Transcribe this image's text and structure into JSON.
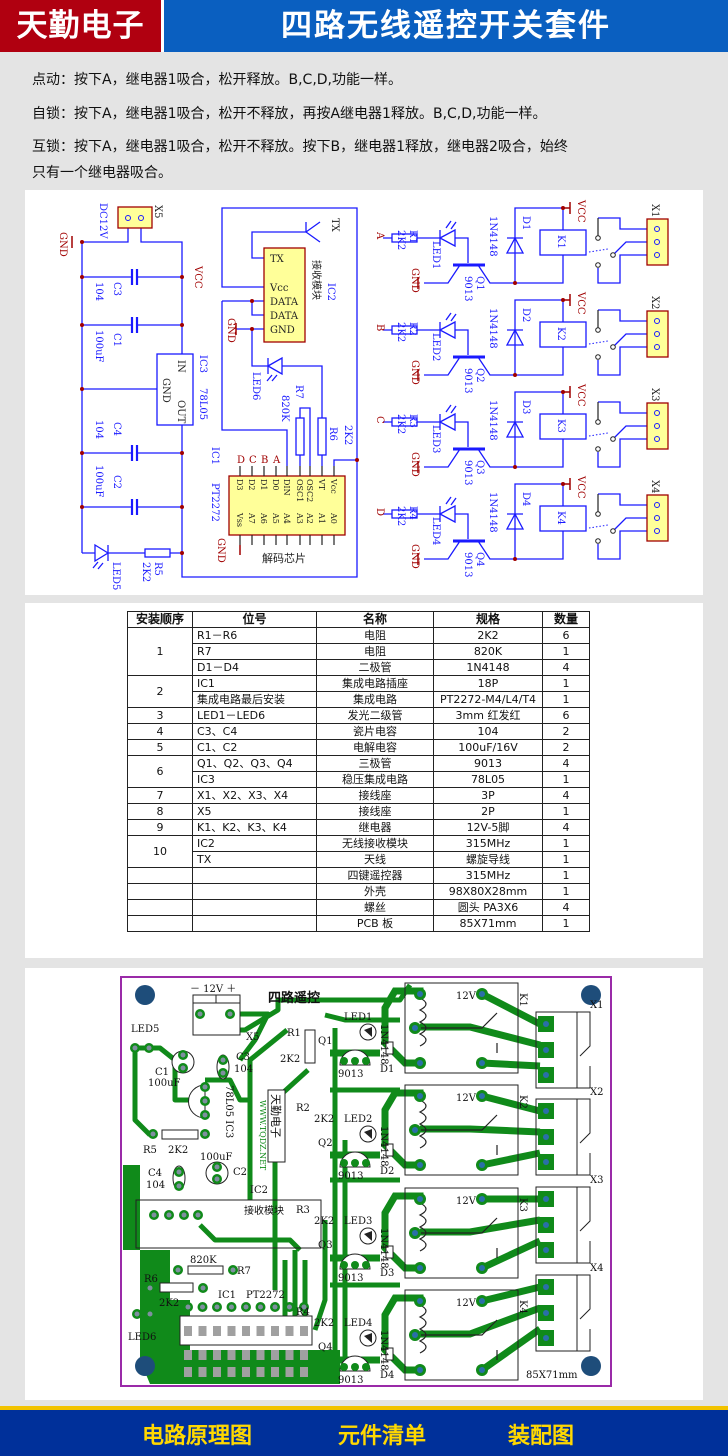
{
  "header": {
    "brand": "天勤电子",
    "title": "四路无线遥控开关套件"
  },
  "description": [
    "点动：按下A，继电器1吸合，松开释放。B,C,D,功能一样。",
    "自锁：按下A，继电器1吸合，松开不释放，再按A继电器1释放。B,C,D,功能一样。",
    "互锁：按下A，继电器1吸合，松开不释放。按下B，继电器1释放，继电器2吸合，始终",
    "只有一个继电器吸合。"
  ],
  "schematic": {
    "gnd": "GND",
    "vcc": "VCC",
    "dc12v": "DC12V",
    "x5": "X5",
    "c3": "C3",
    "c3_val": "104",
    "c1": "C1",
    "c1_val": "100uF",
    "c4": "C4",
    "c4_val": "104",
    "c2": "C2",
    "c2_val": "100uF",
    "ic3": "IC3",
    "ic3_part": "78L05",
    "ic3_in": "IN",
    "ic3_gnd": "GND",
    "ic3_out": "OUT",
    "led5": "LED5",
    "r5": "R5",
    "r5_val": "2K2",
    "tx": "TX",
    "ic2": "IC2",
    "ic2_name": "接收模块",
    "ic2_pins": [
      "TX",
      "Vcc",
      "DATA",
      "DATA",
      "GND"
    ],
    "led6": "LED6",
    "r7": "R7",
    "r7_val": "820K",
    "r6": "R6",
    "r6_val": "2K2",
    "ic1": "IC1",
    "ic1_part": "PT2272",
    "ic1_name": "解码芯片",
    "ic1_outputs": [
      "D",
      "C",
      "B",
      "A"
    ],
    "ic1_top_pins": [
      "D3",
      "D2",
      "D1",
      "D0",
      "DIN",
      "OSC1",
      "OSC2",
      "VT",
      "Vcc"
    ],
    "ic1_bottom_pins": [
      "Vss",
      "A7",
      "A6",
      "A5",
      "A4",
      "A3",
      "A2",
      "A1",
      "A0"
    ],
    "diode_part": "1N4148",
    "transistor_part": "9013",
    "channels": [
      {
        "input": "A",
        "r": "R1",
        "r_val": "2K2",
        "led": "LED1",
        "q": "Q1",
        "d": "D1",
        "k": "K1",
        "x": "X1"
      },
      {
        "input": "B",
        "r": "R2",
        "r_val": "2K2",
        "led": "LED2",
        "q": "Q2",
        "d": "D2",
        "k": "K2",
        "x": "X2"
      },
      {
        "input": "C",
        "r": "R3",
        "r_val": "2K2",
        "led": "LED3",
        "q": "Q3",
        "d": "D3",
        "k": "K3",
        "x": "X3"
      },
      {
        "input": "D",
        "r": "R4",
        "r_val": "2K2",
        "led": "LED4",
        "q": "Q4",
        "d": "D4",
        "k": "K4",
        "x": "X4"
      }
    ]
  },
  "bom": {
    "headers": [
      "安装顺序",
      "位号",
      "名称",
      "规格",
      "数量"
    ],
    "groups": [
      {
        "order": "1",
        "rows": [
          [
            "R1－R6",
            "电阻",
            "2K2",
            "6"
          ],
          [
            "R7",
            "电阻",
            "820K",
            "1"
          ],
          [
            "D1－D4",
            "二极管",
            "1N4148",
            "4"
          ]
        ]
      },
      {
        "order": "2",
        "rows": [
          [
            "IC1",
            "集成电路插座",
            "18P",
            "1"
          ],
          [
            "集成电路最后安装",
            "集成电路",
            "PT2272-M4/L4/T4",
            "1"
          ]
        ]
      },
      {
        "order": "3",
        "rows": [
          [
            "LED1－LED6",
            "发光二级管",
            "3mm 红发红",
            "6"
          ]
        ]
      },
      {
        "order": "4",
        "rows": [
          [
            "C3、C4",
            "瓷片电容",
            "104",
            "2"
          ]
        ]
      },
      {
        "order": "5",
        "rows": [
          [
            "C1、C2",
            "电解电容",
            "100uF/16V",
            "2"
          ]
        ]
      },
      {
        "order": "6",
        "rows": [
          [
            "Q1、Q2、Q3、Q4",
            "三极管",
            "9013",
            "4"
          ],
          [
            "IC3",
            "稳压集成电路",
            "78L05",
            "1"
          ]
        ]
      },
      {
        "order": "7",
        "rows": [
          [
            "X1、X2、X3、X4",
            "接线座",
            "3P",
            "4"
          ]
        ]
      },
      {
        "order": "8",
        "rows": [
          [
            "X5",
            "接线座",
            "2P",
            "1"
          ]
        ]
      },
      {
        "order": "9",
        "rows": [
          [
            "K1、K2、K3、K4",
            "继电器",
            "12V-5脚",
            "4"
          ]
        ]
      },
      {
        "order": "10",
        "rows": [
          [
            "IC2",
            "无线接收模块",
            "315MHz",
            "1"
          ],
          [
            "TX",
            "天线",
            "螺旋导线",
            "1"
          ]
        ]
      },
      {
        "order": "",
        "rows": [
          [
            "",
            "四键遥控器",
            "315MHz",
            "1"
          ]
        ]
      },
      {
        "order": "",
        "rows": [
          [
            "",
            "外壳",
            "98X80X28mm",
            "1"
          ]
        ]
      },
      {
        "order": "",
        "rows": [
          [
            "",
            "螺丝",
            "圆头 PA3X6",
            "4"
          ]
        ]
      },
      {
        "order": "",
        "rows": [
          [
            "",
            "PCB 板",
            "85X71mm",
            "1"
          ]
        ]
      }
    ]
  },
  "pcb": {
    "title": "四路遥控",
    "power": "－ 12V ＋",
    "x5": "X5",
    "led5": "LED5",
    "c1": "C1",
    "c1_val": "100uF",
    "c3": "C3",
    "c3_val": "104",
    "ic3": "78L05 IC3",
    "r5": "R5",
    "r5_val": "2K2",
    "c4": "C4",
    "c4_val": "104",
    "c2": "C2",
    "c2_val": "100uF",
    "ic2": "IC2",
    "module": "接收模块",
    "logo": "天勤电子",
    "url": "WWW.TQDZ.NET",
    "r7": "R7",
    "r7_val": "820K",
    "r6": "R6",
    "r6_val": "2K2",
    "led6": "LED6",
    "ic1": "IC1",
    "ic1_part": "PT2272",
    "size": "85X71mm",
    "relay_v": "12V",
    "channels": [
      {
        "r": "R1",
        "r_val": "2K2",
        "led": "LED1",
        "q": "Q1",
        "q_val": "9013",
        "d": "D1",
        "d_val": "1N4148",
        "k": "K1",
        "x": "X1"
      },
      {
        "r": "R2",
        "r_val": "2K2",
        "led": "LED2",
        "q": "Q2",
        "q_val": "9013",
        "d": "D2",
        "d_val": "1N4148",
        "k": "K2",
        "x": "X2"
      },
      {
        "r": "R3",
        "r_val": "2K2",
        "led": "LED3",
        "q": "Q3",
        "q_val": "9013",
        "d": "D3",
        "d_val": "1N4148",
        "k": "K3",
        "x": "X3"
      },
      {
        "r": "R4",
        "r_val": "2K2",
        "led": "LED4",
        "q": "Q4",
        "q_val": "9013",
        "d": "D4",
        "d_val": "1N4148",
        "k": "K4",
        "x": "X4"
      }
    ]
  },
  "footer": {
    "schematic": "电路原理图",
    "bom": "元件清单",
    "assembly": "装配图"
  },
  "colors": {
    "brand_red": "#b00010",
    "title_blue": "#0a5fc0",
    "footer_blue": "#00309a",
    "footer_text": "#ffd800",
    "trace_green": "#108a1a",
    "wire_blue": "#1a1aff"
  }
}
